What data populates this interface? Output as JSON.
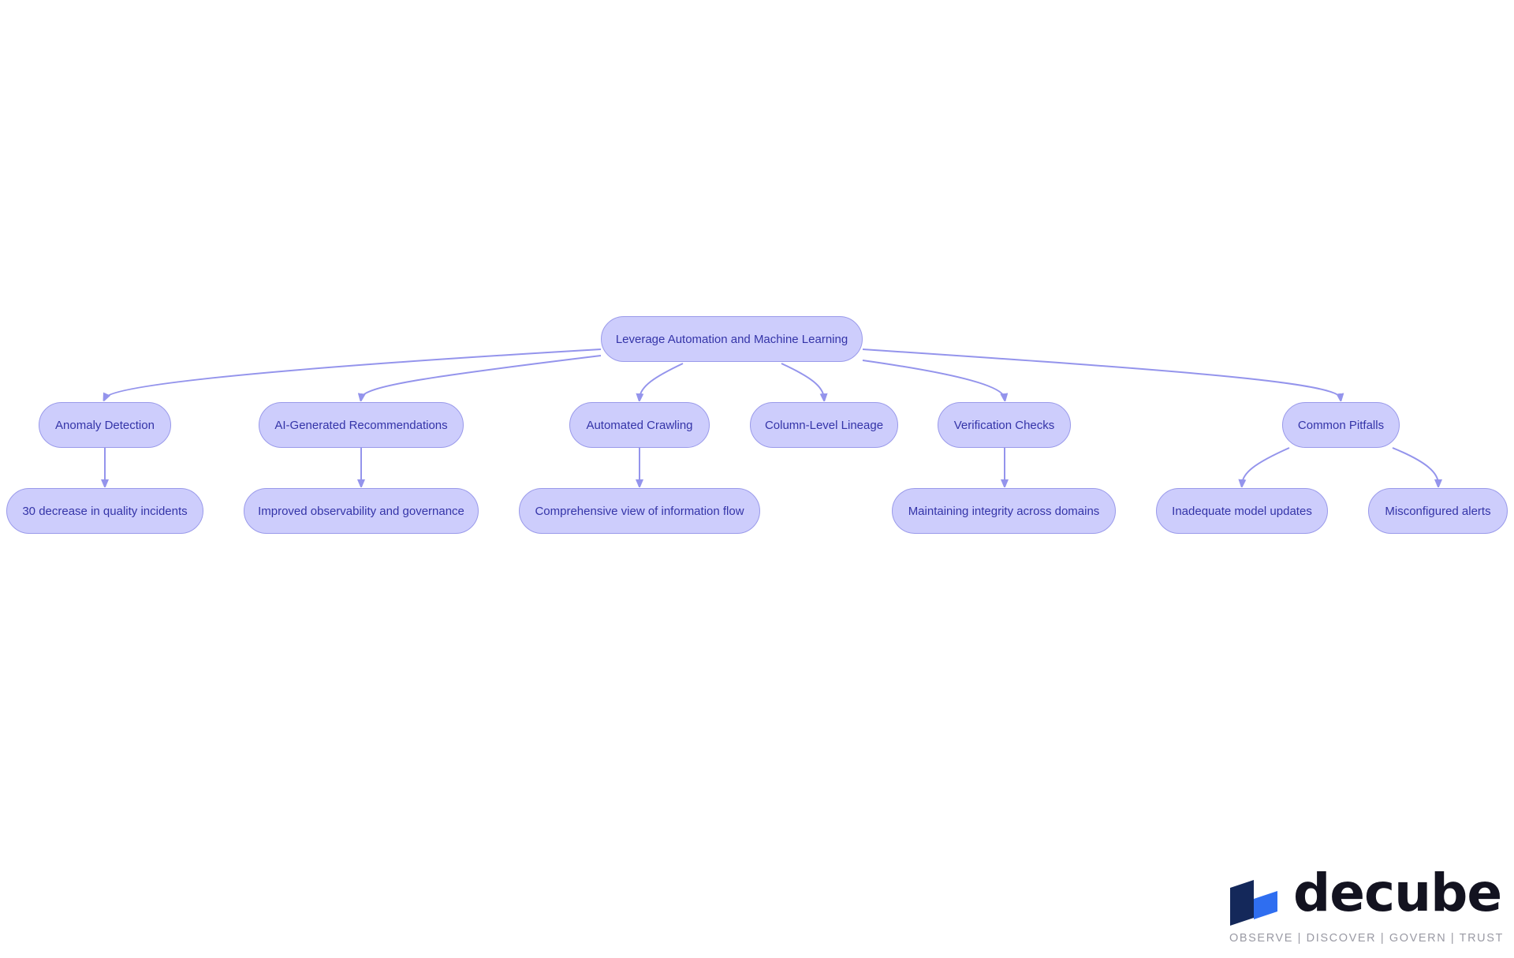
{
  "diagram": {
    "colors": {
      "node_fill": "#cdcdfc",
      "node_border": "#9a9aea",
      "node_text": "#3434a8",
      "edge": "#9494ec"
    },
    "root": {
      "id": "root",
      "label": "Leverage Automation and Machine Learning"
    },
    "nodes": [
      {
        "id": "anomaly",
        "label": "Anomaly Detection"
      },
      {
        "id": "ai",
        "label": "AI-Generated Recommendations"
      },
      {
        "id": "crawl",
        "label": "Automated Crawling"
      },
      {
        "id": "lineage",
        "label": "Column-Level Lineage"
      },
      {
        "id": "verify",
        "label": "Verification Checks"
      },
      {
        "id": "pitfalls",
        "label": "Common Pitfalls"
      },
      {
        "id": "quality",
        "label": "30 decrease in quality incidents"
      },
      {
        "id": "observ",
        "label": "Improved observability and governance"
      },
      {
        "id": "flow",
        "label": "Comprehensive view of information flow"
      },
      {
        "id": "integrity",
        "label": "Maintaining integrity across domains"
      },
      {
        "id": "model",
        "label": "Inadequate model updates"
      },
      {
        "id": "alerts",
        "label": "Misconfigured alerts"
      }
    ],
    "edges": [
      {
        "from": "root",
        "to": "anomaly"
      },
      {
        "from": "root",
        "to": "ai"
      },
      {
        "from": "root",
        "to": "crawl"
      },
      {
        "from": "root",
        "to": "lineage"
      },
      {
        "from": "root",
        "to": "verify"
      },
      {
        "from": "root",
        "to": "pitfalls"
      },
      {
        "from": "anomaly",
        "to": "quality"
      },
      {
        "from": "ai",
        "to": "observ"
      },
      {
        "from": "crawl",
        "to": "flow"
      },
      {
        "from": "verify",
        "to": "integrity"
      },
      {
        "from": "pitfalls",
        "to": "model"
      },
      {
        "from": "pitfalls",
        "to": "alerts"
      }
    ]
  },
  "logo": {
    "wordmark": "decube",
    "tagline": "OBSERVE | DISCOVER | GOVERN | TRUST",
    "colors": {
      "dark": "#14285a",
      "light": "#2f6ef0",
      "text": "#131320",
      "tagline": "#9a9aa4"
    }
  }
}
